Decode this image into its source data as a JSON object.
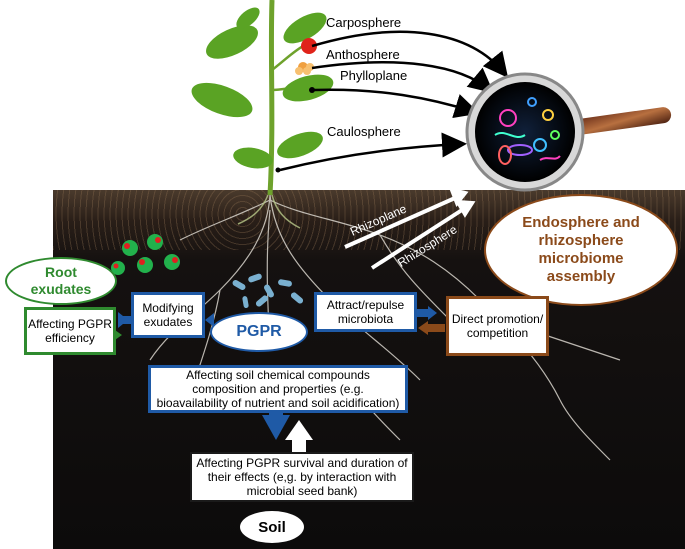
{
  "labels": {
    "carposphere": "Carposphere",
    "anthosphere": "Anthosphere",
    "phylloplane": "Phylloplane",
    "caulosphere": "Caulosphere",
    "rhizoplane": "Rhizoplane",
    "rhizosphere": "Rhizosphere"
  },
  "endosphere_title": "Endosphere and rhizosphere microbiome assembly",
  "root_exudates": "Root exudates",
  "pgpr": "PGPR",
  "soil": "Soil",
  "boxes": {
    "affecting_pgpr_efficiency": "Affecting PGPR efficiency",
    "modifying_exudates": "Modifying exudates",
    "attract_repulse": "Attract/repulse microbiota",
    "direct_promotion": "Direct promotion/ competition",
    "soil_chemical": "Affecting soil chemical compounds composition and properties (e.g. bioavailability of nutrient and soil acidification)",
    "pgpr_survival": "Affecting PGPR survival and duration of their effects (e,g. by interaction with microbial seed bank)"
  },
  "colors": {
    "blue": "#1f5aa6",
    "green": "#2f8a2f",
    "brown": "#8b4a1a",
    "soil": "#0c0b0b"
  }
}
